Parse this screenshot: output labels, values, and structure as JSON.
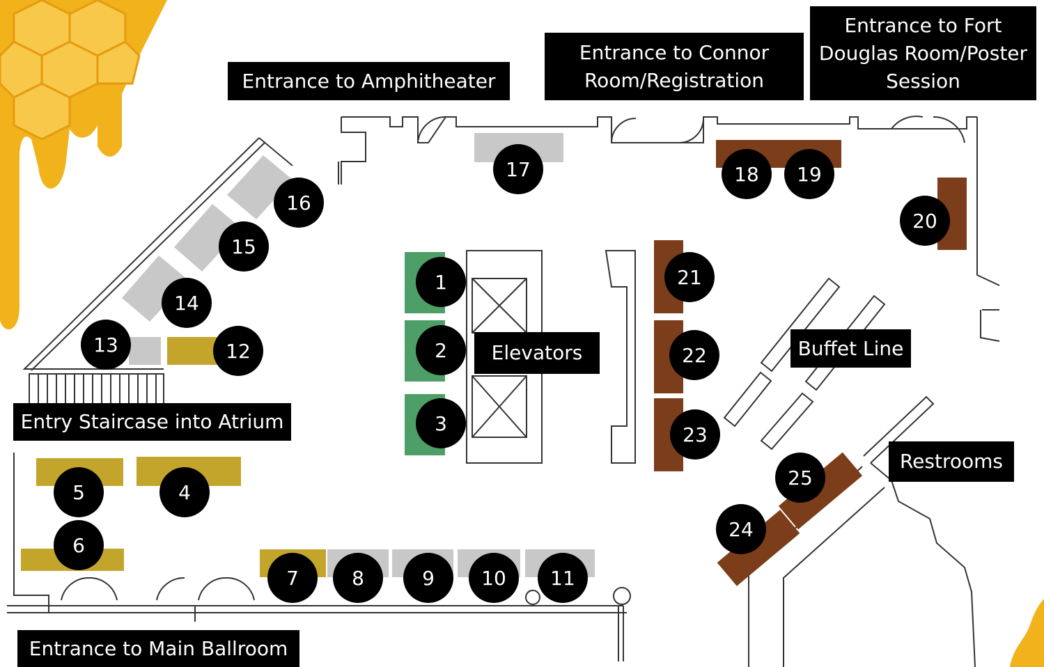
{
  "colors": {
    "gray_booth": "#c8c8c8",
    "gold_booth": "#c4a52c",
    "brown_booth": "#7b3d1a",
    "green_booth": "#4e9e68",
    "marker": "#000000",
    "label_bg": "#000000",
    "wall": "#333333",
    "honey": "#f2b21b"
  },
  "labels": {
    "amphitheater": "Entrance to Amphitheater",
    "connor": "Entrance to Connor\nRoom/Registration",
    "fort_douglas": "Entrance to Fort\nDouglas Room/Poster\nSession",
    "elevators": "Elevators",
    "buffet": "Buffet Line",
    "restrooms": "Restrooms",
    "staircase": "Entry Staircase into Atrium",
    "ballroom": "Entrance to Main Ballroom"
  },
  "booths": [
    {
      "number": "1",
      "color": "green"
    },
    {
      "number": "2",
      "color": "green"
    },
    {
      "number": "3",
      "color": "green"
    },
    {
      "number": "4",
      "color": "gold"
    },
    {
      "number": "5",
      "color": "gold"
    },
    {
      "number": "6",
      "color": "gold"
    },
    {
      "number": "7",
      "color": "gold"
    },
    {
      "number": "8",
      "color": "gray"
    },
    {
      "number": "9",
      "color": "gray"
    },
    {
      "number": "10",
      "color": "gray"
    },
    {
      "number": "11",
      "color": "gray"
    },
    {
      "number": "12",
      "color": "gold"
    },
    {
      "number": "13",
      "color": "gray"
    },
    {
      "number": "14",
      "color": "gray"
    },
    {
      "number": "15",
      "color": "gray"
    },
    {
      "number": "16",
      "color": "gray"
    },
    {
      "number": "17",
      "color": "gray"
    },
    {
      "number": "18",
      "color": "brown"
    },
    {
      "number": "19",
      "color": "brown"
    },
    {
      "number": "20",
      "color": "brown"
    },
    {
      "number": "21",
      "color": "brown"
    },
    {
      "number": "22",
      "color": "brown"
    },
    {
      "number": "23",
      "color": "brown"
    },
    {
      "number": "24",
      "color": "brown"
    },
    {
      "number": "25",
      "color": "brown"
    }
  ]
}
